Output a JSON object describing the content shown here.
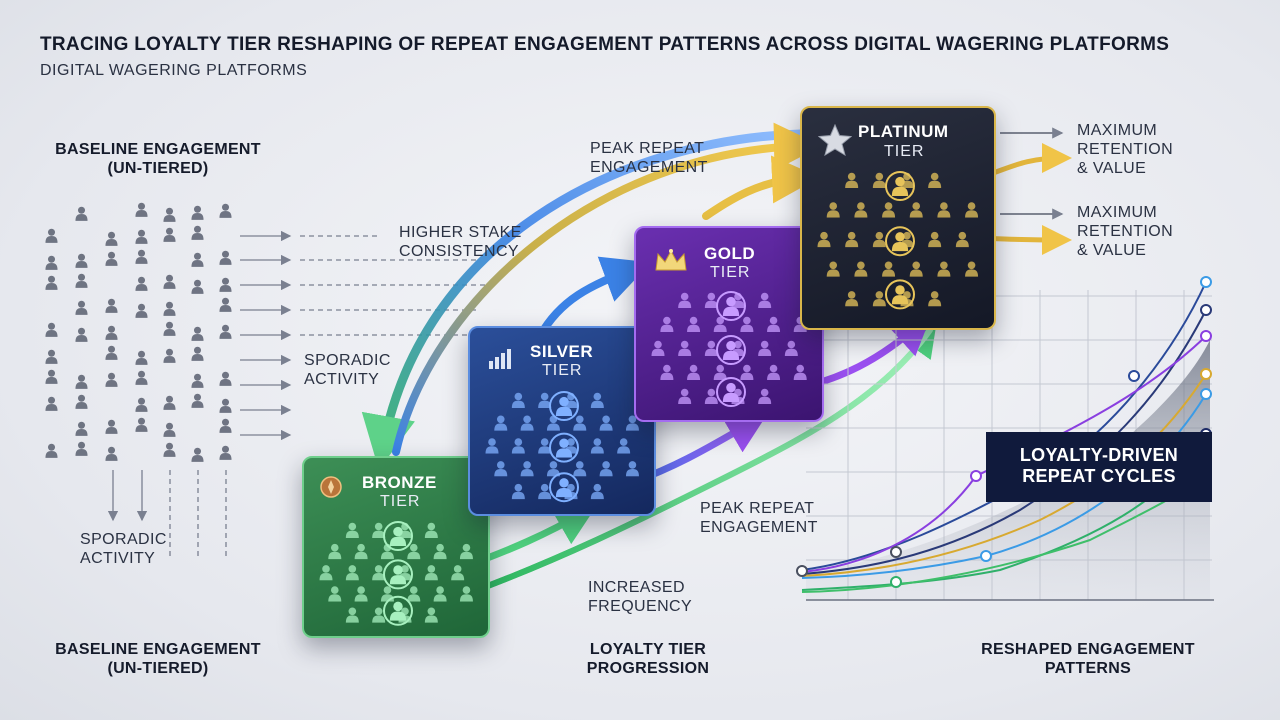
{
  "title": "TRACING LOYALTY TIER RESHAPING OF REPEAT ENGAGEMENT PATTERNS ACROSS DIGITAL WAGERING PLATFORMS",
  "subtitle": "DIGITAL WAGERING PLATFORMS",
  "left": {
    "heading_top_1": "BASELINE ENGAGEMENT",
    "heading_top_2": "(UN-TIERED)",
    "heading_bottom_1": "BASELINE ENGAGEMENT",
    "heading_bottom_2": "(UN-TIERED)",
    "note_sporadic_right_1": "SPORADIC",
    "note_sporadic_right_2": "ACTIVITY",
    "note_sporadic_bottom_1": "SPORADIC",
    "note_sporadic_bottom_2": "ACTIVITY"
  },
  "middle": {
    "higher_stake_1": "HIGHER STAKE",
    "higher_stake_2": "CONSISTENCY",
    "peak_top_1": "PEAK REPEAT",
    "peak_top_2": "ENGAGEMENT",
    "peak_mid_1": "PEAK REPEAT",
    "peak_mid_2": "ENGAGEMENT",
    "increased_1": "INCREASED",
    "increased_2": "FREQUENCY",
    "heading_1": "LOYALTY TIER",
    "heading_2": "PROGRESSION"
  },
  "tiers": {
    "bronze": {
      "name": "BRONZE",
      "label": "TIER",
      "icon": "bronze-medal-icon",
      "color": "#2f7d48"
    },
    "silver": {
      "name": "SILVER",
      "label": "TIER",
      "icon": "bar-chart-icon",
      "color": "#20408a"
    },
    "gold": {
      "name": "GOLD",
      "label": "TIER",
      "icon": "crown-icon",
      "color": "#5a24a0"
    },
    "platinum": {
      "name": "PLATINUM",
      "label": "TIER",
      "icon": "star-icon",
      "color": "#1e2232"
    }
  },
  "right": {
    "max1_1": "MAXIMUM",
    "max1_2": "RETENTION",
    "max1_3": "& VALUE",
    "max2_1": "MAXIMUM",
    "max2_2": "RETENTION",
    "max2_3": "& VALUE",
    "box_1": "LOYALTY-DRIVEN",
    "box_2": "REPEAT CYCLES",
    "heading_1": "RESHAPED ENGAGEMENT",
    "heading_2": "PATTERNS"
  },
  "colors": {
    "bronze": "#3fbf6a",
    "silver": "#3b82e6",
    "gold": "#9a4ff0",
    "platinum": "#e2b53c",
    "navy": "#1c2a66"
  }
}
